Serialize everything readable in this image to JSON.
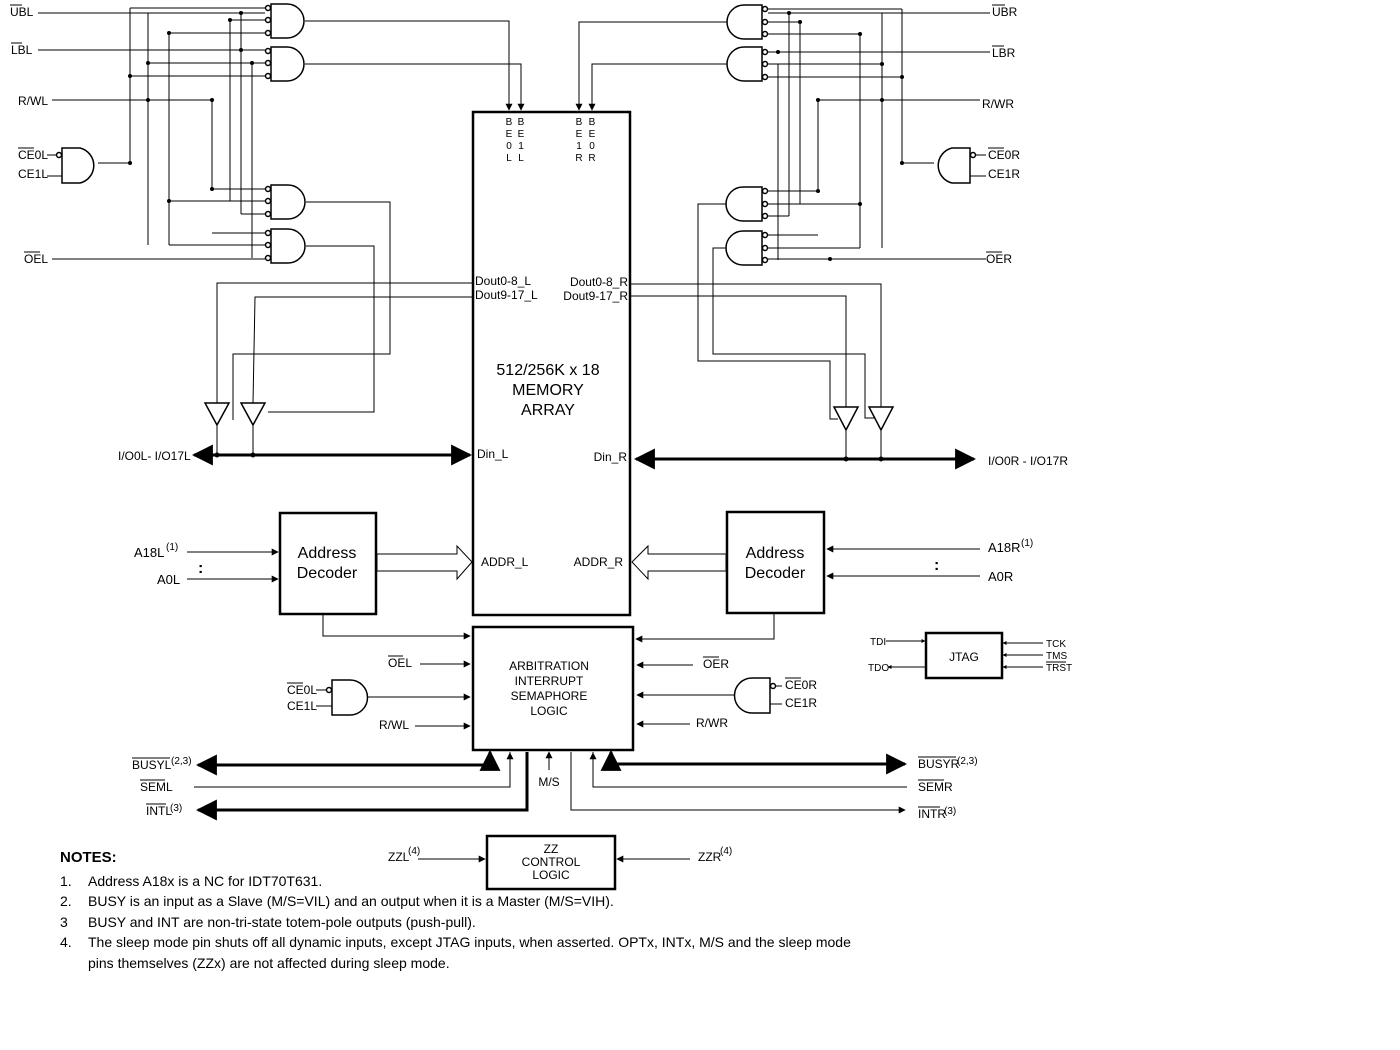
{
  "memory": {
    "l1": "512/256K x 18",
    "l2": "MEMORY",
    "l3": "ARRAY"
  },
  "mem_ports": {
    "be0l": [
      "B",
      "E",
      "0",
      "L"
    ],
    "be1l": [
      "B",
      "E",
      "1",
      "L"
    ],
    "be1r": [
      "B",
      "E",
      "1",
      "R"
    ],
    "be0r": [
      "B",
      "E",
      "0",
      "R"
    ],
    "dout08_l": "Dout0-8_L",
    "dout917_l": "Dout9-17_L",
    "dout08_r": "Dout0-8_R",
    "dout917_r": "Dout9-17_R",
    "din_l": "Din_L",
    "din_r": "Din_R",
    "addr_l": "ADDR_L",
    "addr_r": "ADDR_R"
  },
  "decoder": {
    "l1": "Address",
    "l2": "Decoder"
  },
  "arbitration": {
    "l1": "ARBITRATION",
    "l2": "INTERRUPT",
    "l3": "SEMAPHORE",
    "l4": "LOGIC"
  },
  "jtag": {
    "title": "JTAG",
    "tdi": "TDI",
    "tdo": "TDO",
    "tck": "TCK",
    "tms": "TMS",
    "trst": "TRST"
  },
  "zz": {
    "l1": "ZZ",
    "l2": "CONTROL",
    "l3": "LOGIC",
    "zzl": "ZZL",
    "zzl_sup": "(4)",
    "zzr": "ZZR",
    "zzr_sup": "(4)"
  },
  "left_signals": {
    "ub": "UBL",
    "lb": "LBL",
    "rw": "R/WL",
    "ce0": "CE0L",
    "ce1": "CE1L",
    "oe": "OEL",
    "io": "I/O0L- I/O17L",
    "a18": "A18L",
    "a18_sup": "(1)",
    "a0": "A0L",
    "dots": ":",
    "arb_oe": "OEL",
    "arb_ce0": "CE0L",
    "arb_ce1": "CE1L",
    "arb_rw": "R/WL",
    "busy": "BUSYL",
    "busy_sup": "(2,3)",
    "sem": "SEML",
    "int": "INTL",
    "int_sup": "(3)"
  },
  "right_signals": {
    "ub": "UBR",
    "lb": "LBR",
    "rw": "R/WR",
    "ce0": "CE0R",
    "ce1": "CE1R",
    "oe": "OER",
    "io": "I/O0R - I/O17R",
    "a18": "A18R",
    "a18_sup": "(1)",
    "a0": "A0R",
    "dots": ":",
    "arb_oe": "OER",
    "arb_ce0": "CE0R",
    "arb_ce1": "CE1R",
    "arb_rw": "R/WR",
    "busy": "BUSYR",
    "busy_sup": "(2,3)",
    "sem": "SEMR",
    "int": "INTR",
    "int_sup": "(3)"
  },
  "ms": "M/S",
  "notes": {
    "title": "NOTES:",
    "items": [
      {
        "num": "1.",
        "text": "Address A18x is a NC for IDT70T631."
      },
      {
        "num": "2.",
        "text": "BUSY is an input as a Slave (M/S=VIL) and an output when it is a Master (M/S=VIH)."
      },
      {
        "num": "3",
        "text": "BUSY and INT are non-tri-state totem-pole outputs (push-pull)."
      },
      {
        "num": "4.",
        "text": "The sleep mode pin shuts off all dynamic inputs, except JTAG inputs, when asserted. OPTx, INTx, M/S and the sleep mode pins themselves (ZZx) are not affected during sleep mode."
      }
    ]
  }
}
